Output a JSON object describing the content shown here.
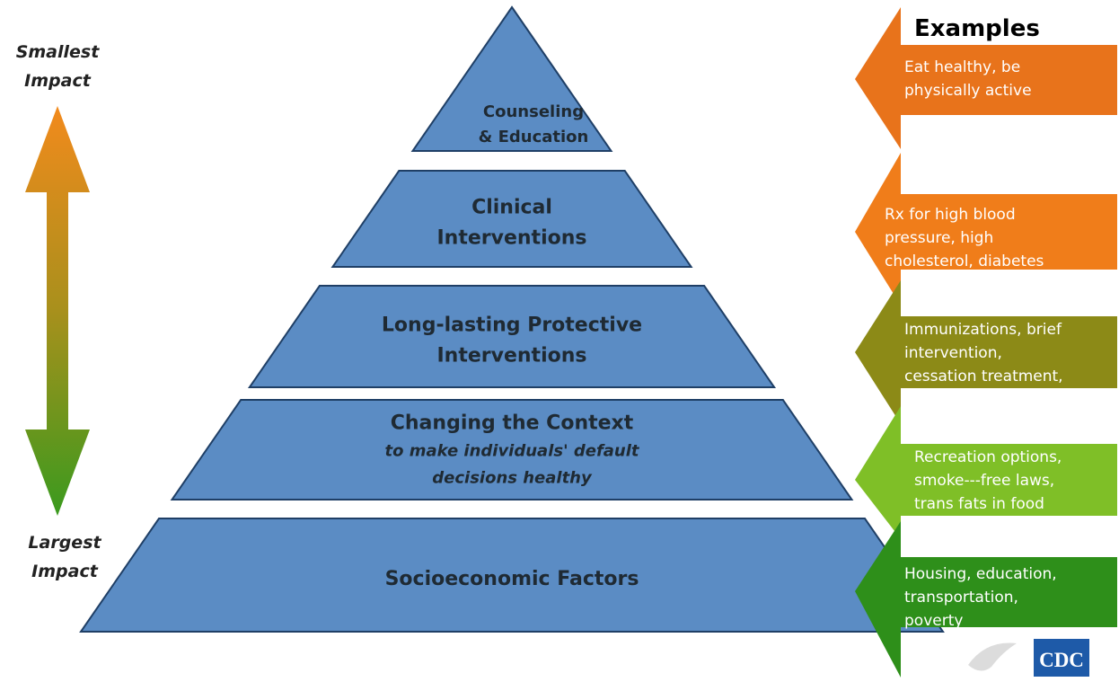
{
  "impact_scale": {
    "top_label": [
      "Smallest",
      "Impact"
    ],
    "bottom_label": [
      "Largest",
      "Impact"
    ],
    "colors": {
      "top": "#f28a1c",
      "bottom": "#3a9a1e"
    }
  },
  "pyramid": {
    "fill": "#5b8cc4",
    "stroke": "#1f3f66",
    "tiers": [
      {
        "lines": [
          "Counseling",
          "& Education"
        ],
        "subtitle": []
      },
      {
        "lines": [
          "Clinical",
          "Interventions"
        ],
        "subtitle": []
      },
      {
        "lines": [
          "Long-lasting Protective",
          "Interventions"
        ],
        "subtitle": []
      },
      {
        "lines": [
          "Changing the Context"
        ],
        "subtitle": [
          "to make individuals' default",
          "decisions healthy"
        ]
      },
      {
        "lines": [
          "Socioeconomic Factors"
        ],
        "subtitle": []
      }
    ]
  },
  "examples": {
    "heading": "Examples",
    "items": [
      {
        "color": "#e8731b",
        "lines": [
          "Eat healthy, be",
          "physically active"
        ]
      },
      {
        "color": "#f07d1a",
        "lines": [
          "Rx for high blood",
          "pressure, high",
          "cholesterol, diabetes"
        ]
      },
      {
        "color": "#8c8a17",
        "lines": [
          "Immunizations, brief",
          "intervention,",
          "cessation treatment,"
        ]
      },
      {
        "color": "#7fbf27",
        "lines": [
          "Recreation options,",
          "smoke---free laws,",
          "trans fats in food"
        ]
      },
      {
        "color": "#2e8f1a",
        "lines": [
          "Housing, education,",
          "transportation,",
          "poverty"
        ]
      }
    ]
  },
  "logo": {
    "text": "CDC",
    "color": "#1e5aa8"
  }
}
